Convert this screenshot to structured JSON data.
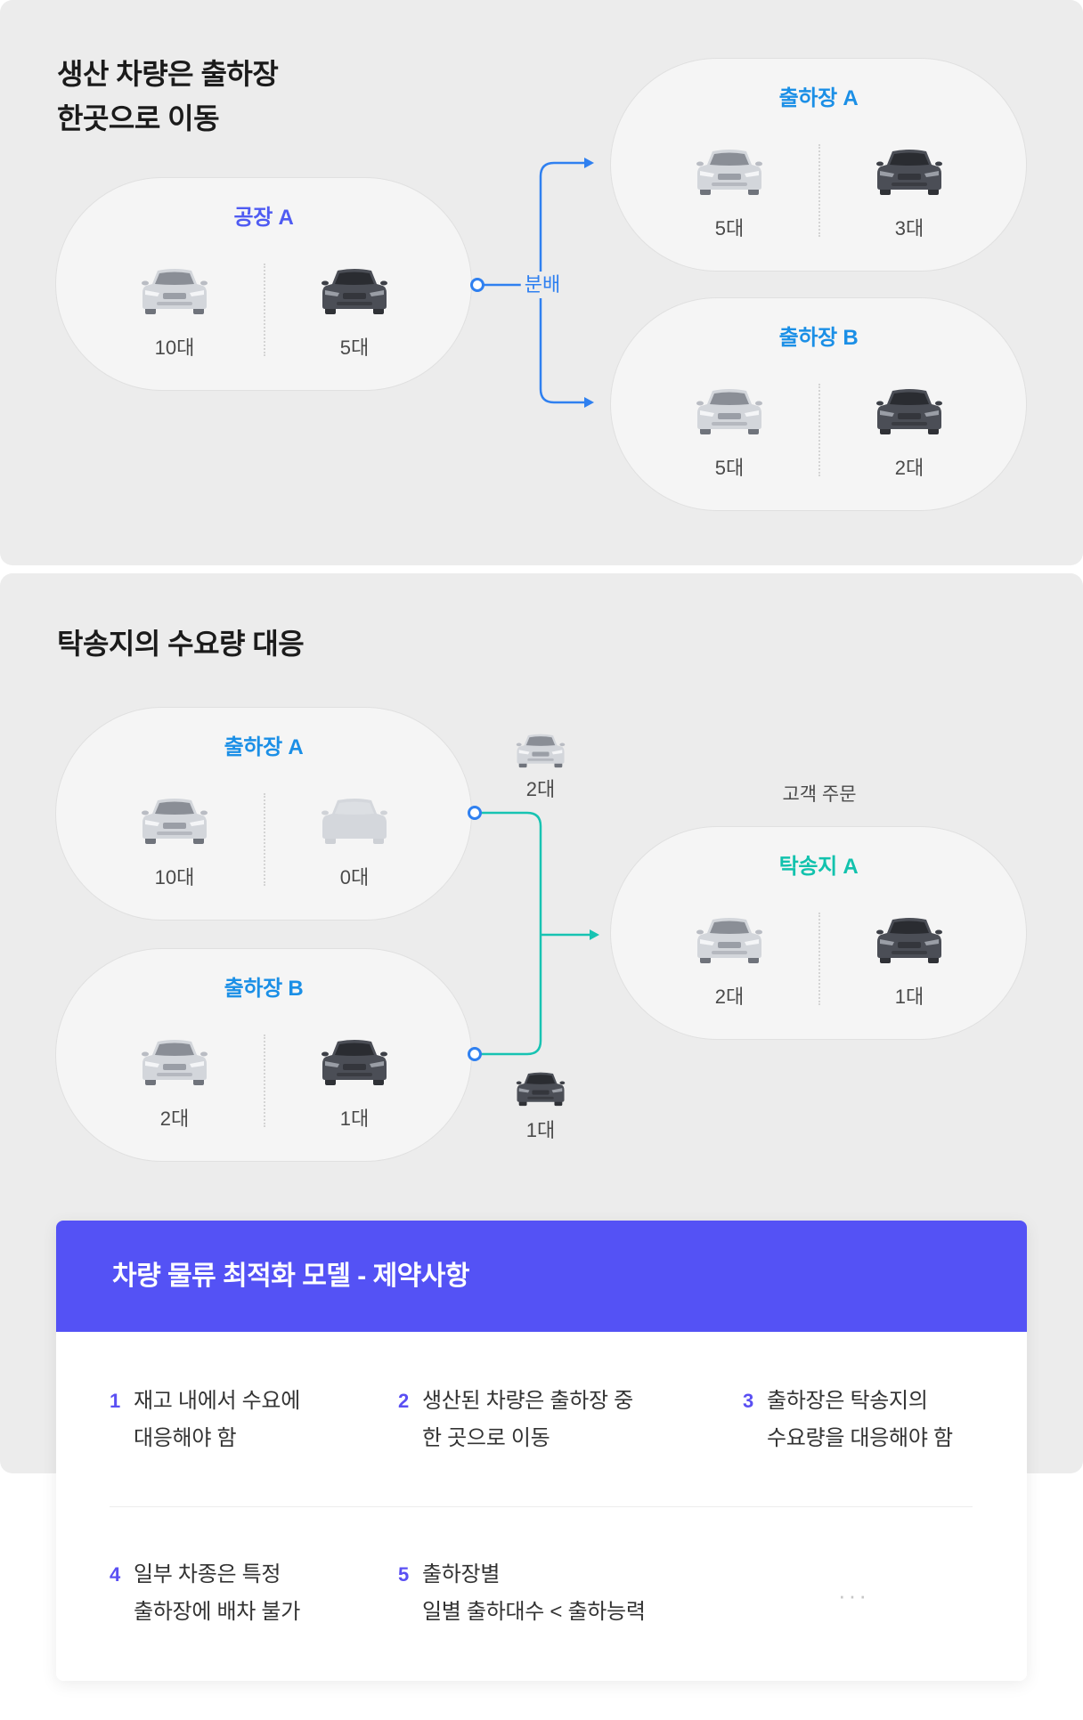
{
  "section1": {
    "title_line1": "생산 차량은 출하장",
    "title_line2": "한곳으로 이동",
    "factory": {
      "name": "공장 A",
      "light_count": "10대",
      "dark_count": "5대"
    },
    "distribute_label": "분배",
    "depots": [
      {
        "name": "출하장 A",
        "light_count": "5대",
        "dark_count": "3대"
      },
      {
        "name": "출하장 B",
        "light_count": "5대",
        "dark_count": "2대"
      }
    ]
  },
  "section2": {
    "title": "탁송지의 수요량 대응",
    "depots": [
      {
        "name": "출하장 A",
        "light_count": "10대",
        "dark_count": "0대"
      },
      {
        "name": "출하장 B",
        "light_count": "2대",
        "dark_count": "1대"
      }
    ],
    "shipments": [
      {
        "count": "2대",
        "icon": "car-light-icon"
      },
      {
        "count": "1대",
        "icon": "car-dark-icon"
      }
    ],
    "order_label": "고객 주문",
    "destination": {
      "name": "탁송지 A",
      "light_count": "2대",
      "dark_count": "1대"
    }
  },
  "constraints": {
    "title": "차량 물류 최적화 모델 - 제약사항",
    "items": [
      {
        "num": "1",
        "line1": "재고 내에서 수요에",
        "line2": "대응해야 함"
      },
      {
        "num": "2",
        "line1": "생산된 차량은 출하장 중",
        "line2": "한 곳으로 이동"
      },
      {
        "num": "3",
        "line1": "출하장은 탁송지의",
        "line2": "수요량을 대응해야 함"
      },
      {
        "num": "4",
        "line1": "일부 차종은 특정",
        "line2": "출하장에 배차 불가"
      },
      {
        "num": "5",
        "line1": "출하장별",
        "line2": "일별 출하대수 < 출하능력"
      }
    ],
    "more": "···"
  },
  "icons": {
    "light_car": "car-light-icon",
    "dark_car": "car-dark-icon",
    "empty_car": "car-empty-icon",
    "arrow": "arrow-right-icon",
    "node": "connector-node-icon"
  },
  "colors": {
    "factory_label": "#4f5bf2",
    "depot_label": "#1b8fe6",
    "destination_label": "#12c2ad",
    "distribution_line": "#2f80f0",
    "delivery_line": "#17c3b2",
    "header": "#5452f5",
    "item_number": "#5a4ff3"
  }
}
